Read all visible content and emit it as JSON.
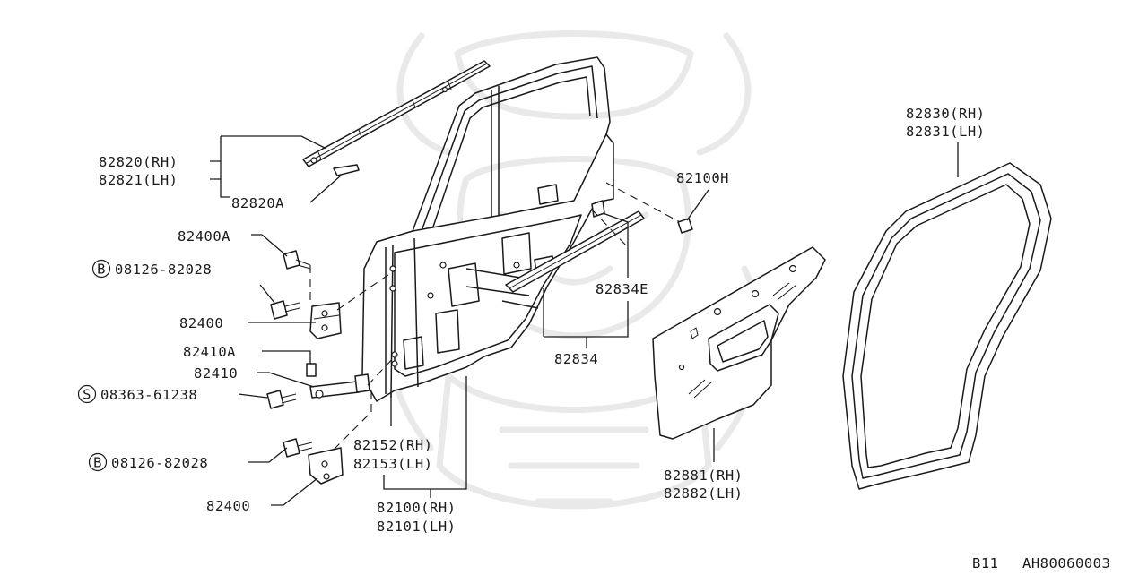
{
  "diagram": {
    "labels": {
      "p82820": "82820(RH)",
      "p82821": "82821(LH)",
      "p82820A": "82820A",
      "p82400A": "82400A",
      "bolt1_num": "08126-82028",
      "bolt1_prefix": "B",
      "p82400_top": "82400",
      "p82410A": "82410A",
      "p82410": "82410",
      "screw_num": "08363-61238",
      "screw_prefix": "S",
      "bolt2_num": "08126-82028",
      "bolt2_prefix": "B",
      "p82400_bottom": "82400",
      "p82152": "82152(RH)",
      "p82153": "82153(LH)",
      "p82100": "82100(RH)",
      "p82101": "82101(LH)",
      "p82100H": "82100H",
      "p82834E": "82834E",
      "p82834": "82834",
      "p82881": "82881(RH)",
      "p82882": "82882(LH)",
      "p82830": "82830(RH)",
      "p82831": "82831(LH)"
    },
    "footer": {
      "section": "B11",
      "code": "AH80060003"
    }
  }
}
